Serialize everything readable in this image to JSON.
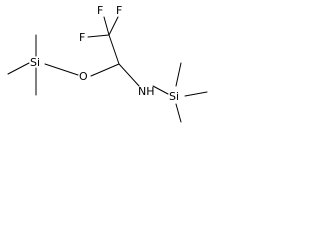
{
  "molecule": {
    "atoms": {
      "f_top_left": "F",
      "f_top_right": "F",
      "f_middle": "F",
      "oxygen": "O",
      "nitrogen_hydrogen": "NH",
      "silicon_left": "Si",
      "silicon_right": "Si"
    }
  }
}
